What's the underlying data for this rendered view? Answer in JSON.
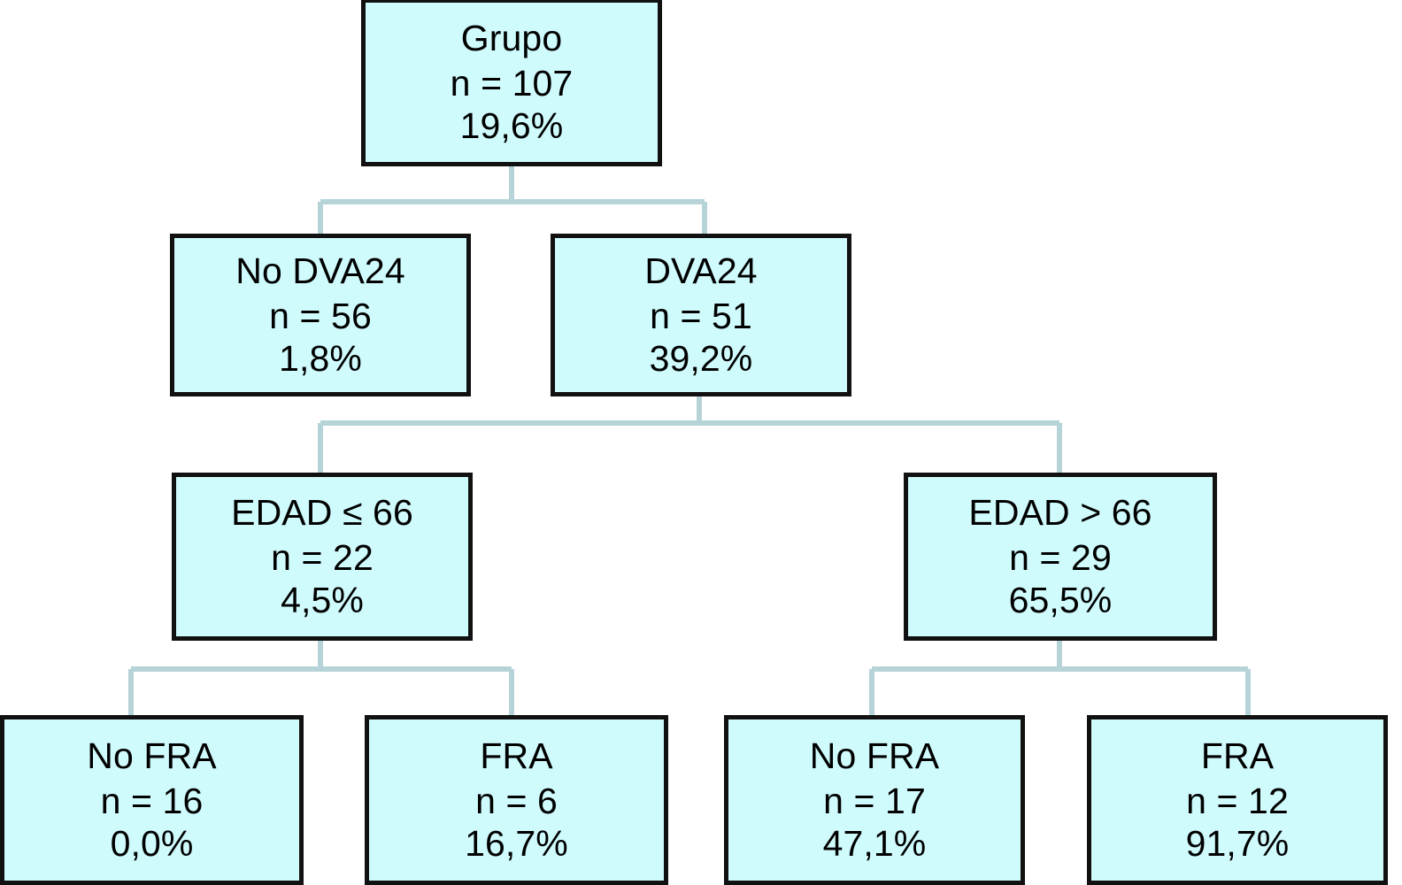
{
  "chart_data": {
    "type": "diagram",
    "title": "",
    "diagram_kind": "decision-tree",
    "root": "Grupo",
    "nodes": [
      {
        "id": "root",
        "label": "Grupo",
        "n_label": "n = 107",
        "n": 107,
        "pct_label": "19,6%",
        "pct": 19.6,
        "level": 0
      },
      {
        "id": "no-dva24",
        "label": "No DVA24",
        "n_label": "n = 56",
        "n": 56,
        "pct_label": "1,8%",
        "pct": 1.8,
        "level": 1,
        "parent": "root"
      },
      {
        "id": "dva24",
        "label": "DVA24",
        "n_label": "n = 51",
        "n": 51,
        "pct_label": "39,2%",
        "pct": 39.2,
        "level": 1,
        "parent": "root"
      },
      {
        "id": "edad-le66",
        "label": "EDAD ≤ 66",
        "n_label": "n = 22",
        "n": 22,
        "pct_label": "4,5%",
        "pct": 4.5,
        "level": 2,
        "parent": "dva24"
      },
      {
        "id": "edad-gt66",
        "label": "EDAD > 66",
        "n_label": "n = 29",
        "n": 29,
        "pct_label": "65,5%",
        "pct": 65.5,
        "level": 2,
        "parent": "dva24"
      },
      {
        "id": "no-fra-1",
        "label": "No FRA",
        "n_label": "n = 16",
        "n": 16,
        "pct_label": "0,0%",
        "pct": 0.0,
        "level": 3,
        "parent": "edad-le66"
      },
      {
        "id": "fra-1",
        "label": "FRA",
        "n_label": "n = 6",
        "n": 6,
        "pct_label": "16,7%",
        "pct": 16.7,
        "level": 3,
        "parent": "edad-le66"
      },
      {
        "id": "no-fra-2",
        "label": "No FRA",
        "n_label": "n = 17",
        "n": 17,
        "pct_label": "47,1%",
        "pct": 47.1,
        "level": 3,
        "parent": "edad-gt66"
      },
      {
        "id": "fra-2",
        "label": "FRA",
        "n_label": "n = 12",
        "n": 12,
        "pct_label": "91,7%",
        "pct": 91.7,
        "level": 3,
        "parent": "edad-gt66"
      }
    ],
    "edges": [
      {
        "from": "root",
        "to": "no-dva24"
      },
      {
        "from": "root",
        "to": "dva24"
      },
      {
        "from": "dva24",
        "to": "edad-le66"
      },
      {
        "from": "dva24",
        "to": "edad-gt66"
      },
      {
        "from": "edad-le66",
        "to": "no-fra-1"
      },
      {
        "from": "edad-le66",
        "to": "fra-1"
      },
      {
        "from": "edad-gt66",
        "to": "no-fra-2"
      },
      {
        "from": "edad-gt66",
        "to": "fra-2"
      }
    ]
  },
  "colors": {
    "node_fill": "#d0fbfd",
    "node_border": "#111111",
    "connector": "#b6d4d8",
    "text": "#000000",
    "background": "#ffffff"
  },
  "tree": {
    "root": {
      "title": "Grupo",
      "n": "n = 107",
      "pct": "19,6%"
    },
    "level1": [
      {
        "title": "No DVA24",
        "n": "n = 56",
        "pct": "1,8%"
      },
      {
        "title": "DVA24",
        "n": "n = 51",
        "pct": "39,2%"
      }
    ],
    "level2": [
      {
        "title": "EDAD ≤ 66",
        "n": "n = 22",
        "pct": "4,5%"
      },
      {
        "title": "EDAD > 66",
        "n": "n = 29",
        "pct": "65,5%"
      }
    ],
    "level3": [
      {
        "title": "No FRA",
        "n": "n = 16",
        "pct": "0,0%"
      },
      {
        "title": "FRA",
        "n": "n = 6",
        "pct": "16,7%"
      },
      {
        "title": "No FRA",
        "n": "n = 17",
        "pct": "47,1%"
      },
      {
        "title": "FRA",
        "n": "n = 12",
        "pct": "91,7%"
      }
    ]
  }
}
